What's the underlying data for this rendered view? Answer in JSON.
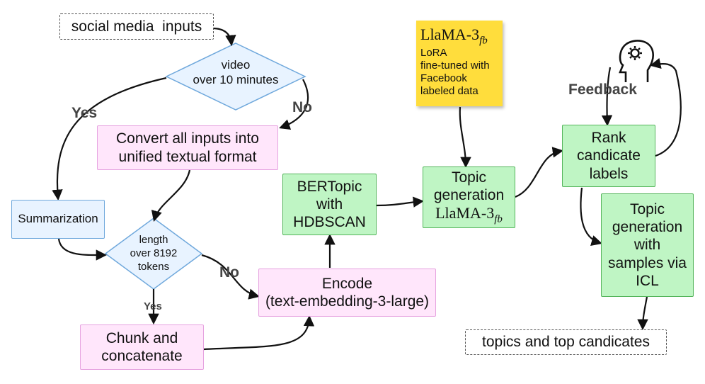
{
  "nodes": {
    "inputs": "social media  inputs",
    "video_line1": "video",
    "video_line2": "over 10 minutes",
    "convert_line1": "Convert all inputs into",
    "convert_line2": "unified textual format",
    "summarization": "Summarization",
    "length_line1": "length",
    "length_line2": "over 8192",
    "length_line3": "tokens",
    "chunk_line1": "Chunk and",
    "chunk_line2": "concatenate",
    "encode_line1": "Encode",
    "encode_line2": "(text-embedding-3-large)",
    "bertopic_line1": "BERTopic",
    "bertopic_line2": "with",
    "bertopic_line3": "HDBSCAN",
    "topic_gen_line1": "Topic",
    "topic_gen_line2": "generation",
    "topic_gen_model": "LlaMA-3",
    "topic_gen_model_sub": "fb",
    "llama_title": "LlaMA-3",
    "llama_title_sub": "fb",
    "llama_line1": "LoRA",
    "llama_line2": "fine-tuned with",
    "llama_line3": "Facebook",
    "llama_line4": "labeled data",
    "rank_line1": "Rank",
    "rank_line2": "candicate",
    "rank_line3": "labels",
    "icl_line1": "Topic",
    "icl_line2": "generation",
    "icl_line3": "with",
    "icl_line4": "samples via",
    "icl_line5": "ICL",
    "output": "topics and top candicates"
  },
  "edge_labels": {
    "yes_video": "Yes",
    "no_video": "No",
    "no_length": "No",
    "yes_length": "Yes",
    "feedback": "Feedback"
  },
  "icons": {
    "human": "human-head-gear-icon"
  },
  "colors": {
    "pink_fill": "#ffe6fb",
    "green_fill": "#bff5c4",
    "blue_fill": "#e8f3ff",
    "note_fill": "#ffdd3c"
  }
}
